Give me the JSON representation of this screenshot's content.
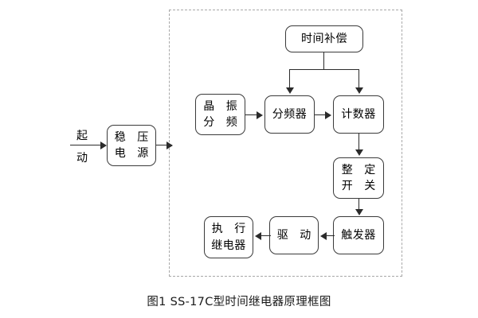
{
  "figure": {
    "caption": "图1  SS-17C型时间继电器原理框图"
  },
  "diagram": {
    "type": "block-diagram",
    "external_input": {
      "label_line1": "起",
      "label_line2": "动"
    },
    "blocks": [
      {
        "id": "power",
        "lines": [
          "稳 压",
          "电 源"
        ],
        "inside_dashed": false
      },
      {
        "id": "crystal",
        "lines": [
          "晶 振",
          "分 频"
        ],
        "inside_dashed": true
      },
      {
        "id": "divider",
        "lines": [
          "分频器"
        ],
        "inside_dashed": true
      },
      {
        "id": "counter",
        "lines": [
          "计数器"
        ],
        "inside_dashed": true
      },
      {
        "id": "timecomp",
        "lines": [
          "时间补偿"
        ],
        "inside_dashed": true
      },
      {
        "id": "setswitch",
        "lines": [
          "整 定",
          "开 关"
        ],
        "inside_dashed": true
      },
      {
        "id": "trigger",
        "lines": [
          "触发器"
        ],
        "inside_dashed": true
      },
      {
        "id": "drive",
        "lines": [
          "驱 动"
        ],
        "inside_dashed": true
      },
      {
        "id": "relay",
        "lines": [
          "执 行",
          "继电器"
        ],
        "inside_dashed": true
      }
    ],
    "connections": [
      {
        "from": "start",
        "to": "power"
      },
      {
        "from": "power",
        "to": "dashed-boundary"
      },
      {
        "from": "crystal",
        "to": "divider"
      },
      {
        "from": "divider",
        "to": "counter"
      },
      {
        "from": "timecomp",
        "to": "divider"
      },
      {
        "from": "timecomp",
        "to": "counter"
      },
      {
        "from": "counter",
        "to": "setswitch"
      },
      {
        "from": "setswitch",
        "to": "trigger"
      },
      {
        "from": "trigger",
        "to": "drive"
      },
      {
        "from": "drive",
        "to": "relay"
      }
    ],
    "colors": {
      "stroke": "#2b2b2b",
      "block_border": "#3a3a3a",
      "dashed_border": "#a8a8a8",
      "background": "#ffffff",
      "text": "#000000"
    }
  }
}
